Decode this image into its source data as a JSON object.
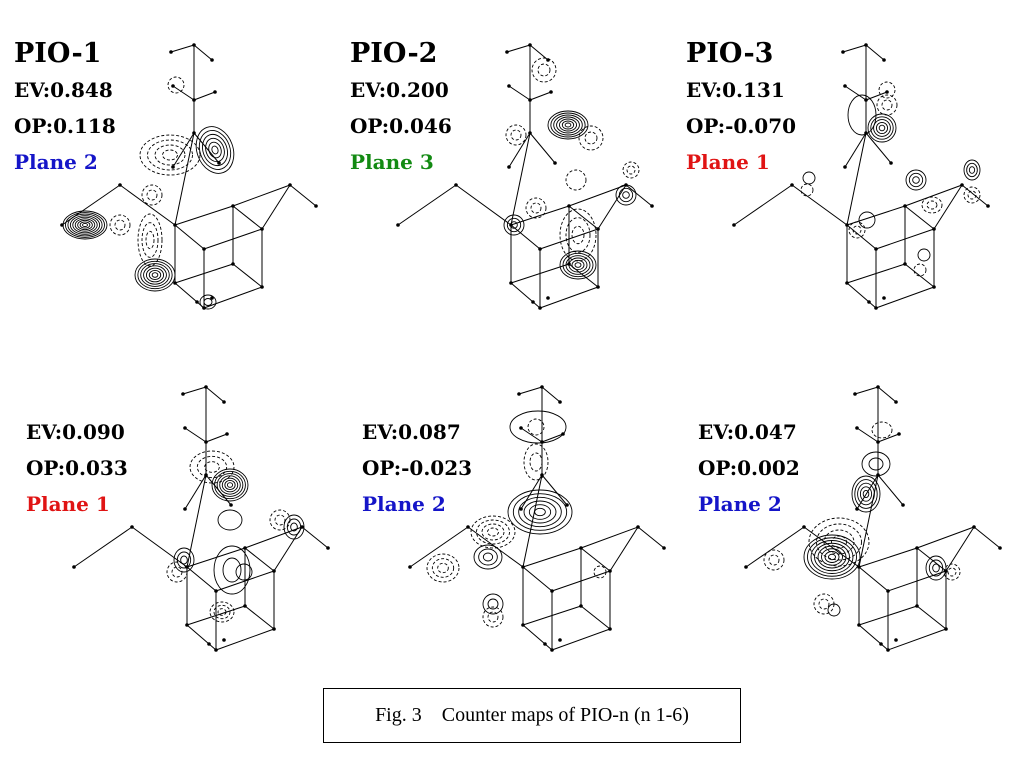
{
  "panels": [
    {
      "title": "PIO-1",
      "ev": "EV:0.848",
      "op": "OP:0.118",
      "plane": "Plane 2",
      "plane_color": "#1515c8"
    },
    {
      "title": "PIO-2",
      "ev": "EV:0.200",
      "op": "OP:0.046",
      "plane": "Plane 3",
      "plane_color": "#138a13"
    },
    {
      "title": "PIO-3",
      "ev": "EV:0.131",
      "op": "OP:-0.070",
      "plane": "Plane 1",
      "plane_color": "#e01414"
    },
    {
      "title": "",
      "ev": "EV:0.090",
      "op": "OP:0.033",
      "plane": "Plane 1",
      "plane_color": "#e01414"
    },
    {
      "title": "",
      "ev": "EV:0.087",
      "op": "OP:-0.023",
      "plane": "Plane 2",
      "plane_color": "#1515c8"
    },
    {
      "title": "",
      "ev": "EV:0.047",
      "op": "OP:0.002",
      "plane": "Plane 2",
      "plane_color": "#1515c8"
    }
  ],
  "caption": {
    "label": "Fig. 3",
    "text": "Counter maps of PIO-n (n 1-6)"
  }
}
